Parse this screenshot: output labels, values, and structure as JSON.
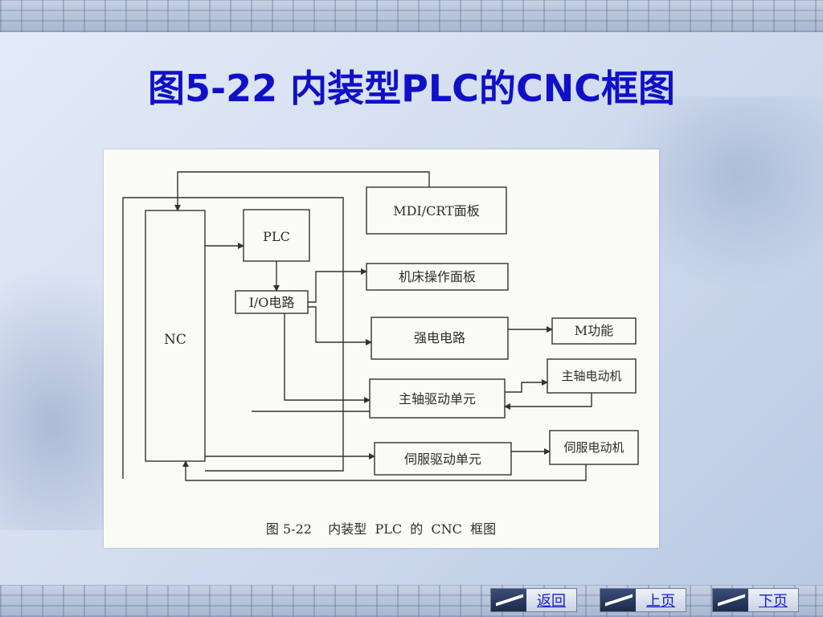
{
  "slide": {
    "title": "图5-22 内装型PLC的CNC框图"
  },
  "diagram": {
    "blocks": {
      "nc": "NC",
      "plc": "PLC",
      "io": "I/O电路",
      "mdi": "MDI/CRT面板",
      "panel": "机床操作面板",
      "power": "强电电路",
      "mfunc": "M功能",
      "spindle_drive": "主轴驱动单元",
      "spindle_motor": "主轴电动机",
      "servo_drive": "伺服驱动单元",
      "servo_motor": "伺服电动机"
    },
    "caption": "图 5-22    内装型  PLC  的  CNC  框图"
  },
  "nav": {
    "back": "返回",
    "prev": "上页",
    "next": "下页"
  }
}
